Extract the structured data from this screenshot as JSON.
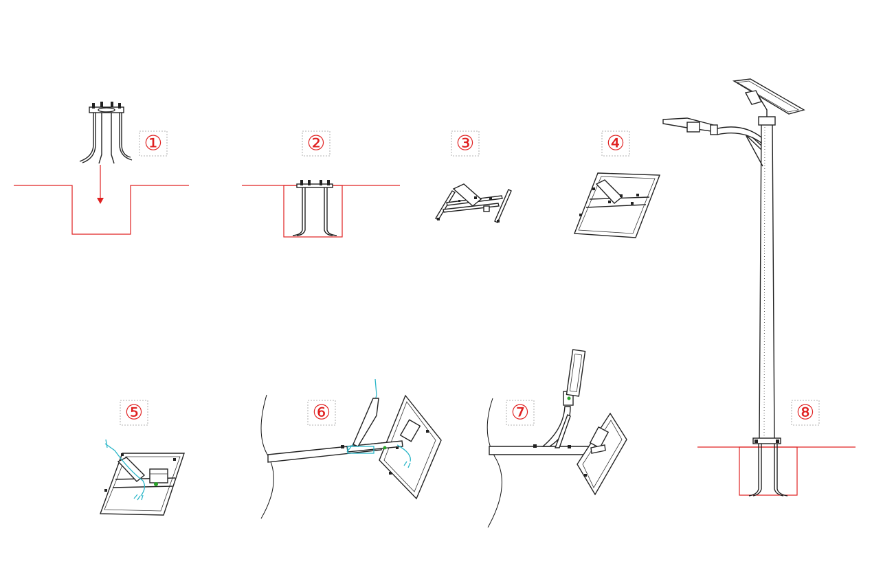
{
  "steps": [
    {
      "label": "①"
    },
    {
      "label": "②"
    },
    {
      "label": "③"
    },
    {
      "label": "④"
    },
    {
      "label": "⑤"
    },
    {
      "label": "⑥"
    },
    {
      "label": "⑦"
    },
    {
      "label": "⑧"
    }
  ],
  "colors": {
    "line": "#222222",
    "ground": "#e02020",
    "cable": "#2ab6c8",
    "connector": "#29a329",
    "label": "#e02020"
  }
}
